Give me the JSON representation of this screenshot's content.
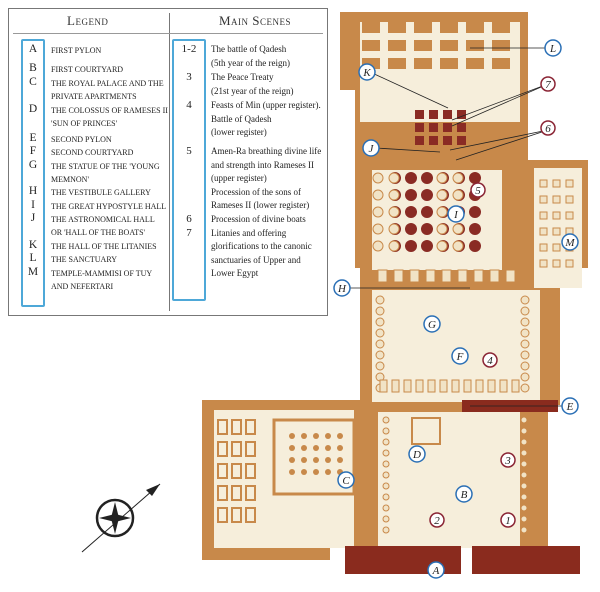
{
  "legend": {
    "title": "Legend",
    "keys": [
      "A",
      "B",
      "C",
      "D",
      "E",
      "F",
      "G",
      "H",
      "I",
      "J",
      "K",
      "L",
      "M"
    ],
    "items": [
      "FIRST PYLON",
      "FIRST COURTYARD",
      "THE ROYAL PALACE AND THE\nPRIVATE APARTMENTS",
      "THE COLOSSUS OF RAMESES II\n'SUN OF PRINCES'",
      "SECOND PYLON",
      "SECOND COURTYARD",
      "THE STATUE OF THE 'YOUNG\nMEMNON'",
      "THE VESTIBULE GALLERY",
      "THE GREAT HYPOSTYLE HALL",
      "THE ASTRONOMICAL HALL\nOR 'HALL OF THE BOATS'",
      "THE HALL OF THE LITANIES",
      "THE SANCTUARY",
      "TEMPLE-MAMMISI OF TUY\nAND NEFERTARI"
    ]
  },
  "scenes": {
    "title": "Main Scenes",
    "keys": [
      "1-2",
      "3",
      "4",
      "5",
      "6\n7"
    ],
    "items": [
      "The battle of Qadesh\n(5th year of the reign)",
      "The Peace Treaty\n(21st year of the reign)",
      "Feasts of Min (upper register).\nBattle of Qadesh\n(lower register)",
      "Amen-Ra breathing divine life\nand strength into Rameses II\n(upper register)\nProcession of the sons of\nRameses II (lower register)",
      "Procession of divine boats\nLitanies and offering\nglorifications to the canonic\nsanctuaries of Upper and\nLower Egypt"
    ]
  },
  "plan": {
    "letter_markers": [
      "A",
      "B",
      "C",
      "D",
      "E",
      "F",
      "G",
      "H",
      "I",
      "J",
      "K",
      "L",
      "M"
    ],
    "scene_markers": [
      "1",
      "2",
      "3",
      "4",
      "5",
      "6",
      "7"
    ],
    "colors": {
      "wall": "#c8894a",
      "floor": "#f6eedb",
      "column_light": "#f1e3c6",
      "column_dark": "#8a2b24",
      "pylon": "#8a2b1e",
      "letter_ring": "#2a6fb5",
      "scene_ring": "#8a2434"
    },
    "compass": "compass-rose"
  }
}
